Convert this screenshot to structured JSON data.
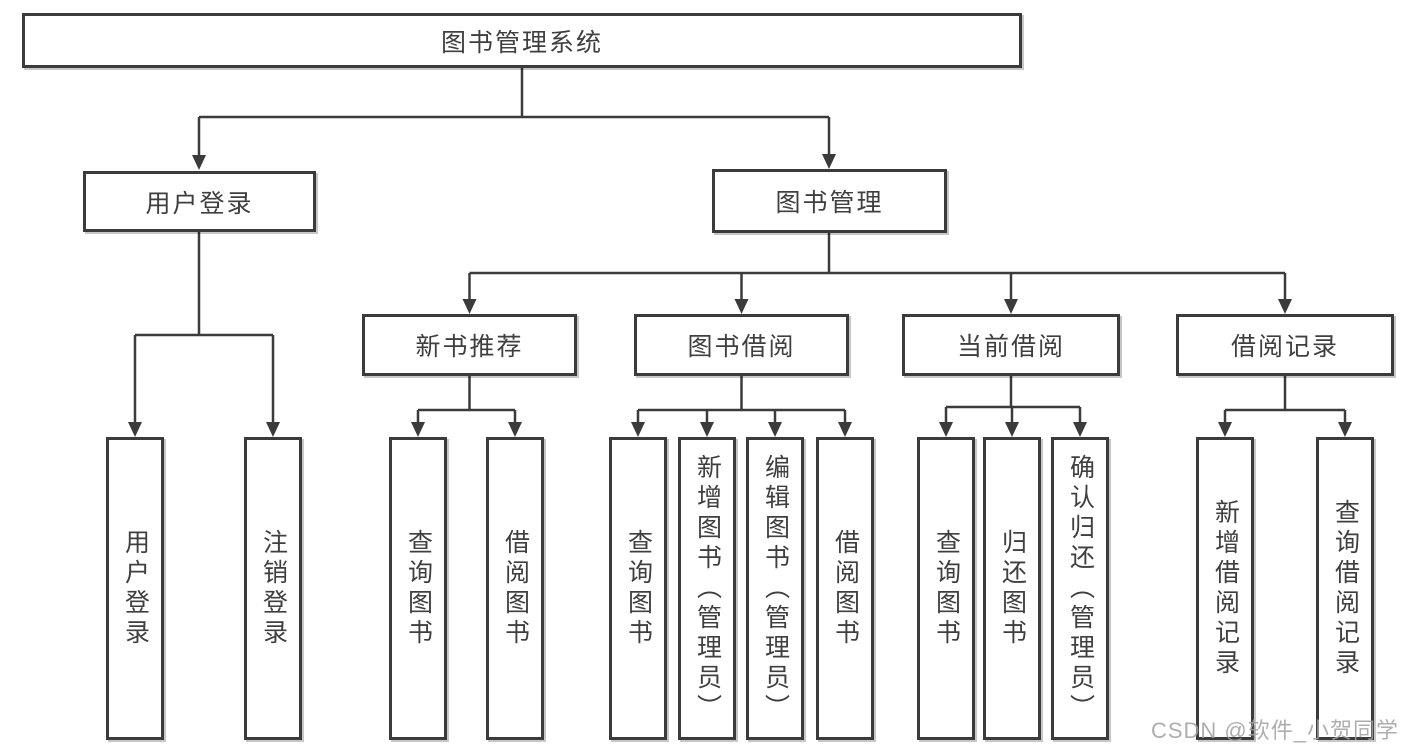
{
  "nodes": {
    "root": {
      "label": "图书管理系统"
    },
    "level2": [
      {
        "label": "用户登录"
      },
      {
        "label": "图书管理"
      }
    ],
    "level3": [
      {
        "label": "新书推荐",
        "parent": "图书管理"
      },
      {
        "label": "图书借阅",
        "parent": "图书管理"
      },
      {
        "label": "当前借阅",
        "parent": "图书管理"
      },
      {
        "label": "借阅记录",
        "parent": "图书管理"
      }
    ],
    "leaves": [
      {
        "label": "用户登录",
        "parent": "用户登录"
      },
      {
        "label": "注销登录",
        "parent": "用户登录"
      },
      {
        "label": "查询图书",
        "parent": "新书推荐"
      },
      {
        "label": "借阅图书",
        "parent": "新书推荐"
      },
      {
        "label": "查询图书",
        "parent": "图书借阅"
      },
      {
        "label": "新增图书（管理员）",
        "parent": "图书借阅"
      },
      {
        "label": "编辑图书（管理员）",
        "parent": "图书借阅"
      },
      {
        "label": "借阅图书",
        "parent": "图书借阅"
      },
      {
        "label": "查询图书",
        "parent": "当前借阅"
      },
      {
        "label": "归还图书",
        "parent": "当前借阅"
      },
      {
        "label": "确认归还（管理员）",
        "parent": "当前借阅"
      },
      {
        "label": "新增借阅记录",
        "parent": "借阅记录"
      },
      {
        "label": "查询借阅记录",
        "parent": "借阅记录"
      }
    ]
  },
  "watermark": {
    "text": "CSDN @软件_小贺同学"
  },
  "colors": {
    "line": "#3b3b3b",
    "text": "#3f3f3f",
    "box_background": "#ffffff",
    "page_background": "#ffffff",
    "watermark": "#a0a0a0"
  }
}
